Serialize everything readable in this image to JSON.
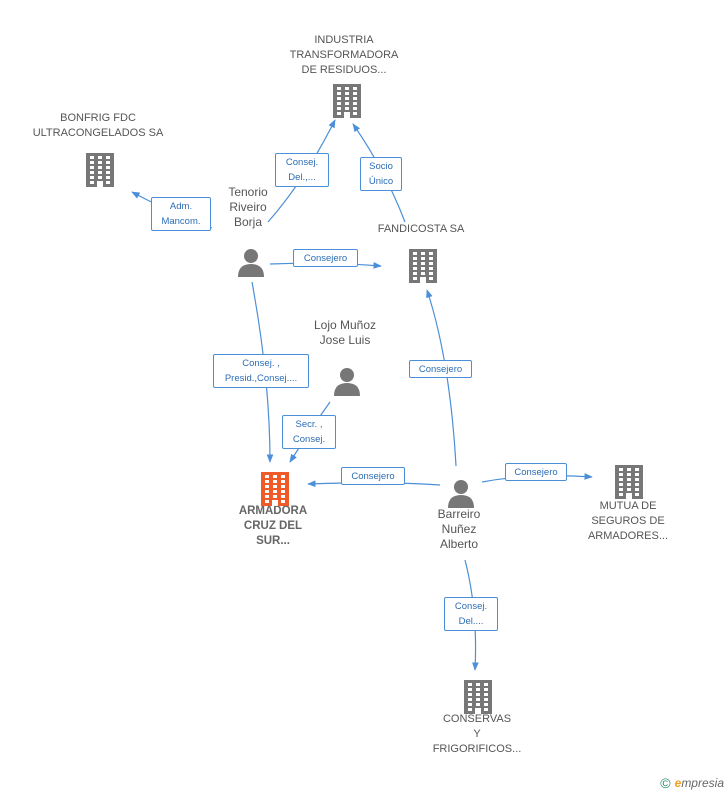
{
  "nodes": {
    "industria": {
      "label_lines": [
        "INDUSTRIA",
        "TRANSFORMADORA",
        "DE RESIDUOS..."
      ],
      "type": "company"
    },
    "bonfrig": {
      "label_lines": [
        "BONFRIG FDC",
        "ULTRACONGELADOS SA"
      ],
      "type": "company"
    },
    "tenorio": {
      "label_lines": [
        "Tenorio",
        "Riveiro",
        "Borja"
      ],
      "type": "person"
    },
    "fandicosta": {
      "label_lines": [
        "FANDICOSTA SA"
      ],
      "type": "company"
    },
    "lojo": {
      "label_lines": [
        "Lojo Muñoz",
        "Jose Luis"
      ],
      "type": "person"
    },
    "armadora": {
      "label_lines": [
        "ARMADORA",
        "CRUZ DEL",
        "SUR..."
      ],
      "type": "focus-company"
    },
    "barreiro": {
      "label_lines": [
        "Barreiro",
        "Nuñez",
        "Alberto"
      ],
      "type": "person"
    },
    "mutua": {
      "label_lines": [
        "MUTUA DE",
        "SEGUROS DE",
        "ARMADORES..."
      ],
      "type": "company"
    },
    "conservas": {
      "label_lines": [
        "CONSERVAS",
        "Y",
        "FRIGORIFICOS..."
      ],
      "type": "company"
    }
  },
  "edges": [
    {
      "from": "tenorio",
      "to": "bonfrig",
      "label_lines": [
        "Adm.",
        "Mancom."
      ]
    },
    {
      "from": "tenorio",
      "to": "industria",
      "label_lines": [
        "Consej.",
        "Del.,..."
      ]
    },
    {
      "from": "fandicosta",
      "to": "industria",
      "label_lines": [
        "Socio",
        "Único"
      ]
    },
    {
      "from": "tenorio",
      "to": "fandicosta",
      "label_lines": [
        "Consejero"
      ]
    },
    {
      "from": "tenorio",
      "to": "armadora",
      "label_lines": [
        "Consej. ,",
        "Presid.,Consej...."
      ]
    },
    {
      "from": "lojo",
      "to": "armadora",
      "label_lines": [
        "Secr. ,",
        "Consej."
      ]
    },
    {
      "from": "barreiro",
      "to": "fandicosta",
      "label_lines": [
        "Consejero"
      ]
    },
    {
      "from": "barreiro",
      "to": "armadora",
      "label_lines": [
        "Consejero"
      ]
    },
    {
      "from": "barreiro",
      "to": "mutua",
      "label_lines": [
        "Consejero"
      ]
    },
    {
      "from": "barreiro",
      "to": "conservas",
      "label_lines": [
        "Consej.",
        "Del...."
      ]
    }
  ],
  "colors": {
    "edge": "#4a8fd8",
    "edge_label_text": "#2b6db5",
    "company_icon": "#777777",
    "focus_icon": "#f05a28",
    "person_icon": "#777777",
    "text": "#555555"
  },
  "icons": {
    "company": "building-icon",
    "person": "person-icon",
    "copyright": "copyright-icon"
  },
  "footer": {
    "copyright": "©",
    "brand_initial": "e",
    "brand_rest": "mpresia"
  }
}
